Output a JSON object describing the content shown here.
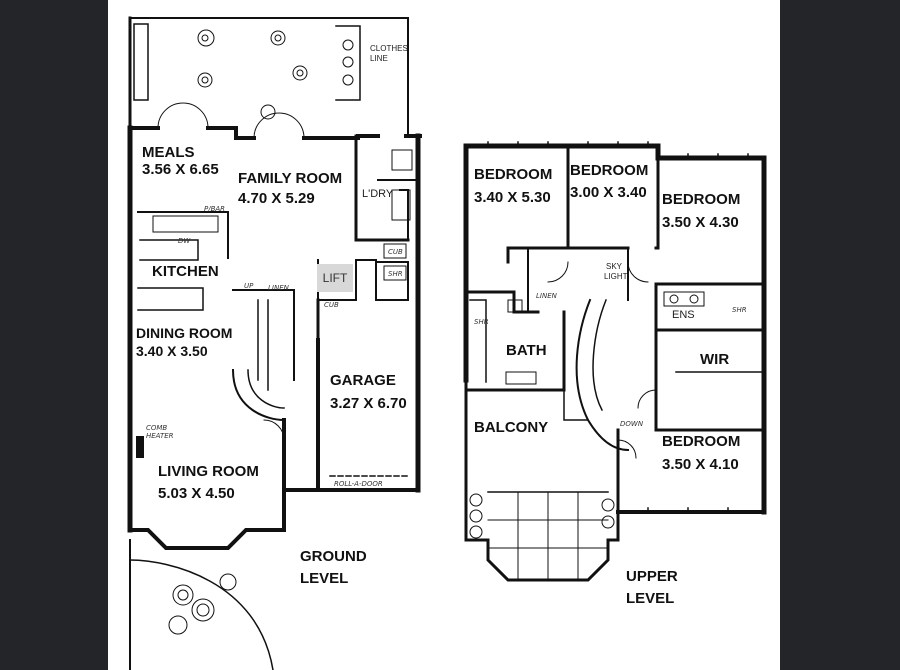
{
  "ground_level": {
    "title": [
      "GROUND",
      "LEVEL"
    ],
    "rooms": {
      "meals": {
        "name": "MEALS",
        "size": "3.56 X 6.65"
      },
      "family_room": {
        "name": "FAMILY ROOM",
        "size": "4.70 X 5.29"
      },
      "laundry": {
        "name": "L'DRY"
      },
      "kitchen": {
        "name": "KITCHEN"
      },
      "lift": {
        "name": "LIFT"
      },
      "dining_room": {
        "name": "DINING ROOM",
        "size": "3.40 X 3.50"
      },
      "garage": {
        "name": "GARAGE",
        "size": "3.27 X 6.70"
      },
      "living_room": {
        "name": "LIVING ROOM",
        "size": "5.03 X 4.50"
      }
    },
    "notes": {
      "clothes_line": [
        "CLOTHES",
        "LINE"
      ],
      "pantry": "P/BAR",
      "dishwasher": "DW",
      "up": "UP",
      "linen": "LINEN",
      "cupboard": "CUB",
      "shower": "SHR",
      "combustion_heater": [
        "COMB",
        "HEATER"
      ],
      "roll_a_door": "ROLL-A-DOOR"
    }
  },
  "upper_level": {
    "title": [
      "UPPER",
      "LEVEL"
    ],
    "rooms": {
      "bedroom_1": {
        "name": "BEDROOM",
        "size": "3.40 X 5.30"
      },
      "bedroom_2": {
        "name": "BEDROOM",
        "size": "3.00 X 3.40"
      },
      "bedroom_3": {
        "name": "BEDROOM",
        "size": "3.50 X 4.30"
      },
      "bath": {
        "name": "BATH"
      },
      "ensuite": {
        "name": "ENS"
      },
      "wir": {
        "name": "WIR"
      },
      "balcony": {
        "name": "BALCONY"
      },
      "bedroom_4": {
        "name": "BEDROOM",
        "size": "3.50 X 4.10"
      }
    },
    "notes": {
      "sky_light": [
        "SKY",
        "LIGHT"
      ],
      "linen": "LINEN",
      "shower": "SHR",
      "down": "DOWN"
    }
  }
}
